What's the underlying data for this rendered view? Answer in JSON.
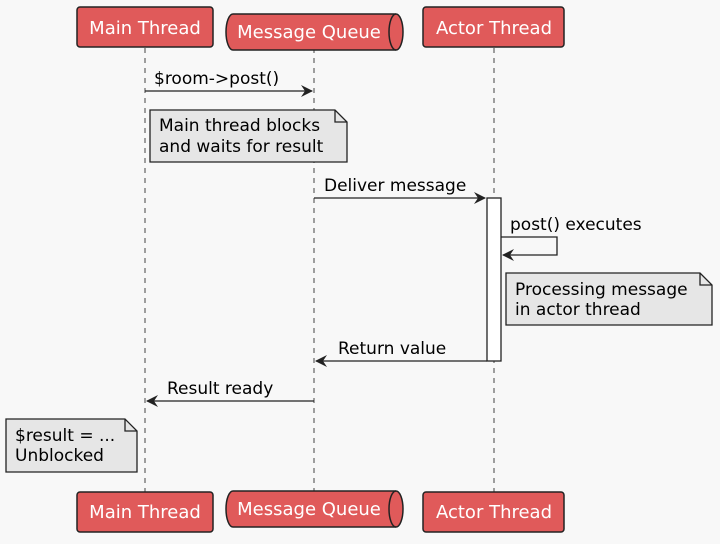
{
  "participants": {
    "main": "Main Thread",
    "queue": "Message Queue",
    "actor": "Actor Thread"
  },
  "messages": {
    "post_call": "$room->post()",
    "deliver": "Deliver message",
    "executes": "post() executes",
    "return_value": "Return value",
    "result_ready": "Result ready"
  },
  "notes": {
    "main_blocks": [
      "Main thread blocks",
      "and waits for result"
    ],
    "processing": [
      "Processing message",
      "in actor thread"
    ],
    "result": [
      "$result = ...",
      "Unblocked"
    ]
  },
  "colors": {
    "participant_fill": "#e05a5a",
    "note_fill": "#e6e6e6",
    "background": "#f8f8f8"
  }
}
